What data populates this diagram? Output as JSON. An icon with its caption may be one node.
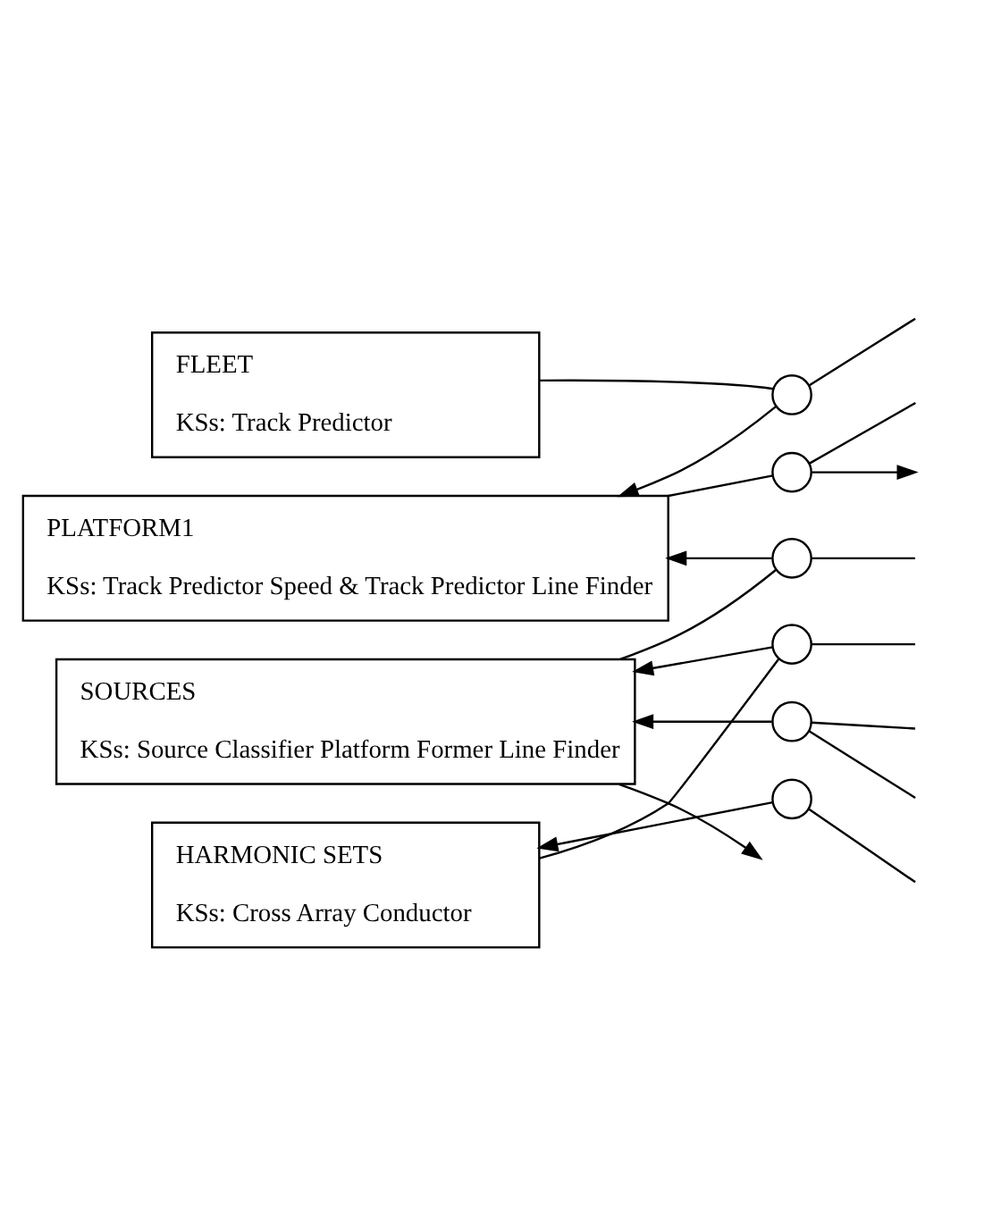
{
  "diagram": {
    "nodes": [
      {
        "text": [
          "FLEET",
          "KSs: Track Predictor"
        ]
      },
      {
        "text": [
          "PLATFORM1",
          "KSs: Track Predictor Speed & Track Predictor Line Finder"
        ]
      },
      {
        "text": [
          "SOURCES",
          "KSs: Source Classifier Platform Former Line Finder"
        ]
      },
      {
        "text": [
          "HARMONIC SETS",
          "KSs: Cross Array Conductor"
        ]
      },
      {
        "text": [],
        "shape": "circle"
      },
      {
        "text": [],
        "shape": "circle"
      },
      {
        "text": [],
        "shape": "circle"
      },
      {
        "text": [],
        "shape": "circle"
      },
      {
        "text": [],
        "shape": "circle"
      },
      {
        "text": [],
        "shape": "circle"
      }
    ],
    "edges": [
      {
        "from": 0,
        "to": 4,
        "arrow": "none"
      },
      {
        "from": 4,
        "to": 1,
        "arrow": "to"
      },
      {
        "from": 4,
        "to": null,
        "arrow": "none"
      },
      {
        "from": 1,
        "to": 5,
        "arrow": "none"
      },
      {
        "from": 5,
        "to": null,
        "arrow": "none"
      },
      {
        "from": 5,
        "to": null,
        "arrow": "to"
      },
      {
        "from": 6,
        "to": 1,
        "arrow": "to"
      },
      {
        "from": 2,
        "to": 6,
        "arrow": "none"
      },
      {
        "from": 6,
        "to": null,
        "arrow": "none"
      },
      {
        "from": 2,
        "to": null,
        "arrow": "to"
      },
      {
        "from": 8,
        "to": 2,
        "arrow": "to"
      },
      {
        "from": 8,
        "to": null,
        "arrow": "none"
      },
      {
        "from": 8,
        "to": null,
        "arrow": "none"
      },
      {
        "from": 7,
        "to": 2,
        "arrow": "to"
      },
      {
        "from": 3,
        "to": 7,
        "arrow": "none"
      },
      {
        "from": 7,
        "to": null,
        "arrow": "none"
      },
      {
        "from": 9,
        "to": 3,
        "arrow": "to"
      },
      {
        "from": 9,
        "to": null,
        "arrow": "none"
      }
    ]
  }
}
